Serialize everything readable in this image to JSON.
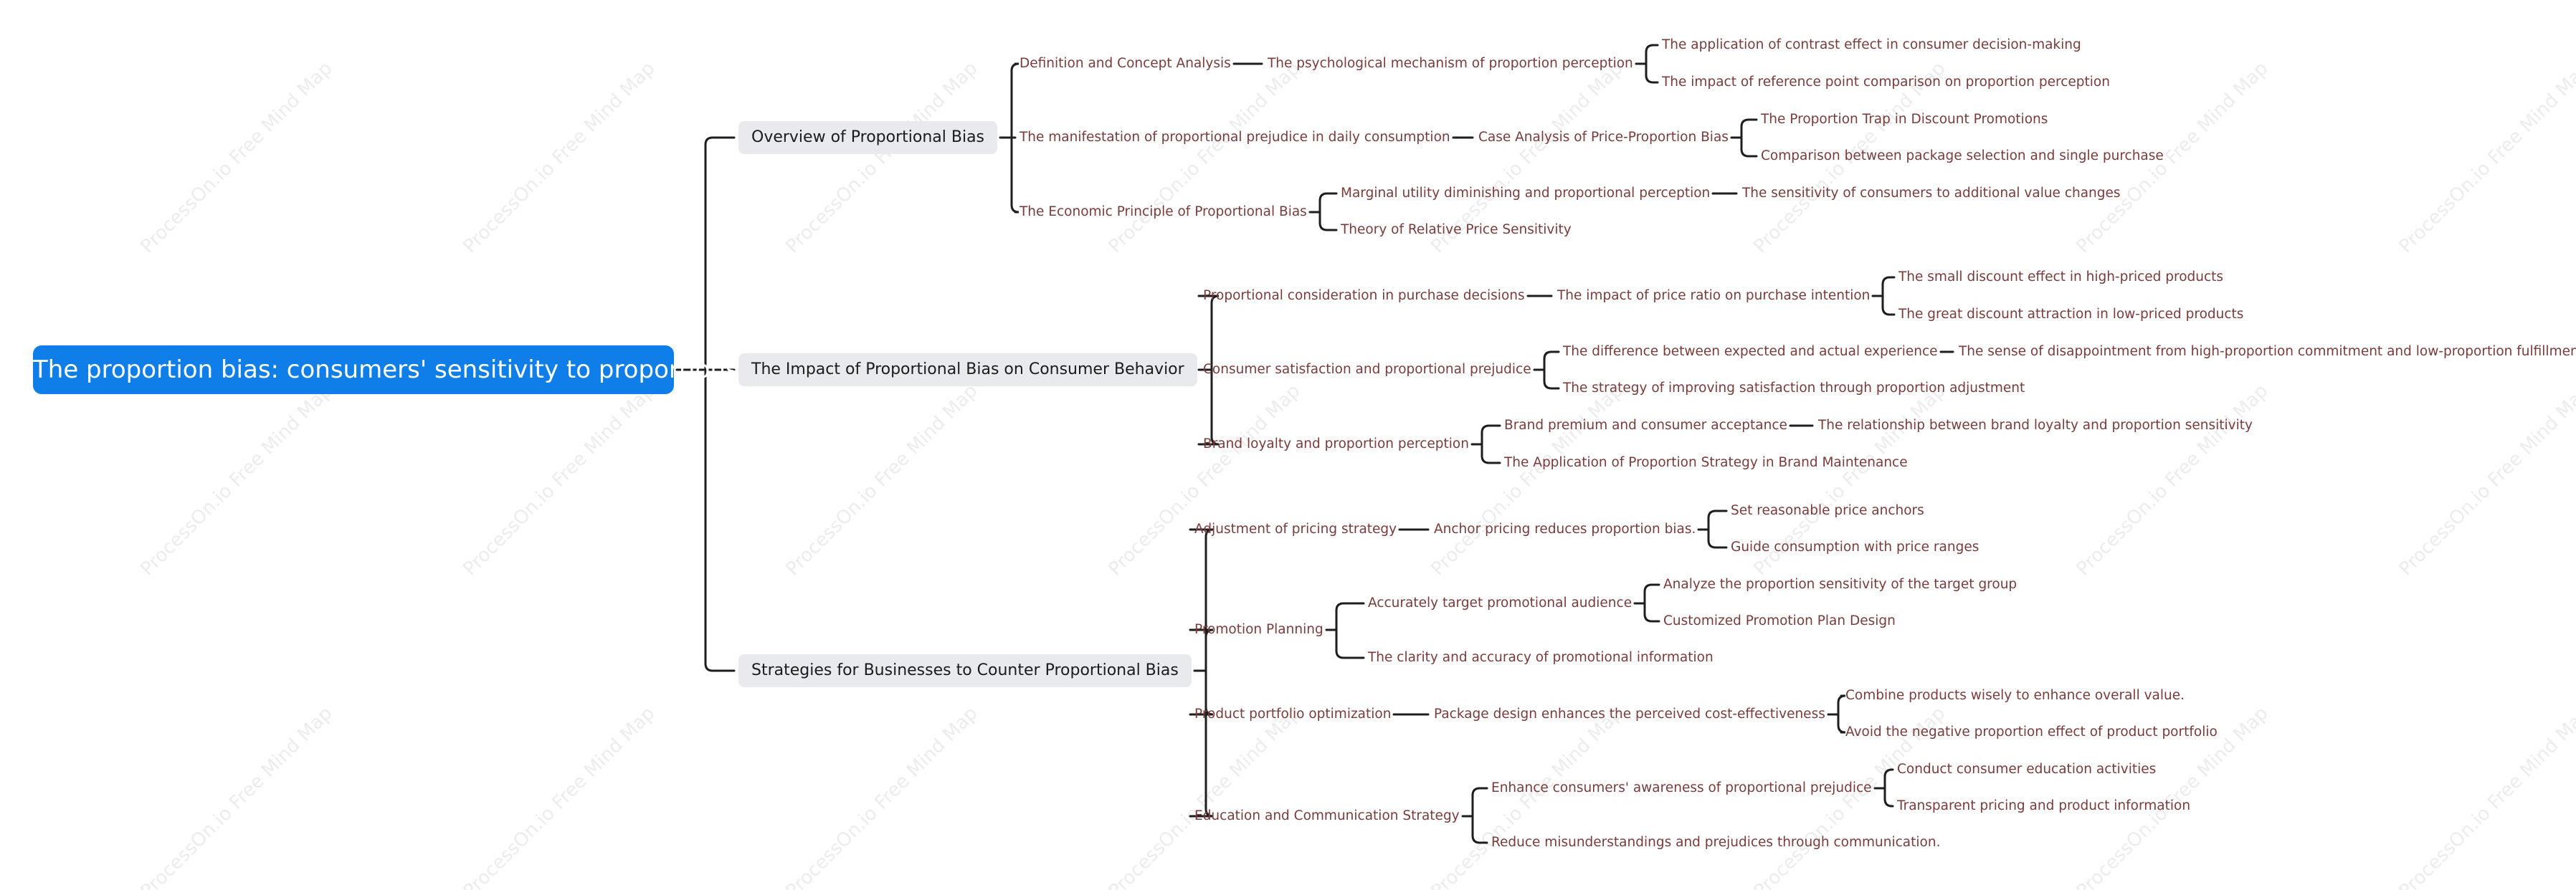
{
  "watermark": "ProcessOn.io Free Mind Map",
  "root": "The proportion bias: consumers' sensitivity to proportions",
  "branches": [
    {
      "label": "Overview of Proportional Bias",
      "children": [
        {
          "label": "Definition and Concept Analysis",
          "children": [
            {
              "label": "The psychological mechanism of proportion perception",
              "children": [
                "The application of contrast effect in consumer decision-making",
                "The impact of reference point comparison on proportion perception"
              ]
            }
          ]
        },
        {
          "label": "The manifestation of proportional prejudice in daily consumption",
          "children": [
            {
              "label": "Case Analysis of Price-Proportion Bias",
              "children": [
                "The Proportion Trap in Discount Promotions",
                "Comparison between package selection and single purchase"
              ]
            }
          ]
        },
        {
          "label": "The Economic Principle of Proportional Bias",
          "children": [
            {
              "label": "Marginal utility diminishing and proportional perception",
              "children": [
                "The sensitivity of consumers to additional value changes"
              ]
            },
            {
              "label": "Theory of Relative Price Sensitivity"
            }
          ]
        }
      ]
    },
    {
      "label": "The Impact of Proportional Bias on Consumer Behavior",
      "children": [
        {
          "label": "Proportional consideration in purchase decisions",
          "children": [
            {
              "label": "The impact of price ratio on purchase intention",
              "children": [
                "The small discount effect in high-priced products",
                "The great discount attraction in low-priced products"
              ]
            }
          ]
        },
        {
          "label": "Consumer satisfaction and proportional prejudice",
          "children": [
            {
              "label": "The difference between expected and actual experience",
              "children": [
                "The sense of disappointment from high-proportion commitment and low-proportion fulfillment"
              ]
            },
            {
              "label": "The strategy of improving satisfaction through proportion adjustment"
            }
          ]
        },
        {
          "label": "Brand loyalty and proportion perception",
          "children": [
            {
              "label": "Brand premium and consumer acceptance",
              "children": [
                "The relationship between brand loyalty and proportion sensitivity"
              ]
            },
            {
              "label": "The Application of Proportion Strategy in Brand Maintenance"
            }
          ]
        }
      ]
    },
    {
      "label": "Strategies for Businesses to Counter Proportional Bias",
      "children": [
        {
          "label": "Adjustment of pricing strategy",
          "children": [
            {
              "label": "Anchor pricing reduces proportion bias.",
              "children": [
                "Set reasonable price anchors",
                "Guide consumption with price ranges"
              ]
            }
          ]
        },
        {
          "label": "Promotion Planning",
          "children": [
            {
              "label": "Accurately target promotional audience",
              "children": [
                "Analyze the proportion sensitivity of the target group",
                "Customized Promotion Plan Design"
              ]
            },
            {
              "label": "The clarity and accuracy of promotional information"
            }
          ]
        },
        {
          "label": "Product portfolio optimization",
          "children": [
            {
              "label": "Package design enhances the perceived cost-effectiveness",
              "children": [
                "Combine products wisely to enhance overall value.",
                "Avoid the negative proportion effect of product portfolio"
              ]
            }
          ]
        },
        {
          "label": "Education and Communication Strategy",
          "children": [
            {
              "label": "Enhance consumers' awareness of proportional prejudice",
              "children": [
                "Conduct consumer education activities",
                "Transparent pricing and product information"
              ]
            },
            {
              "label": "Reduce misunderstandings and prejudices through communication."
            }
          ]
        }
      ]
    }
  ]
}
